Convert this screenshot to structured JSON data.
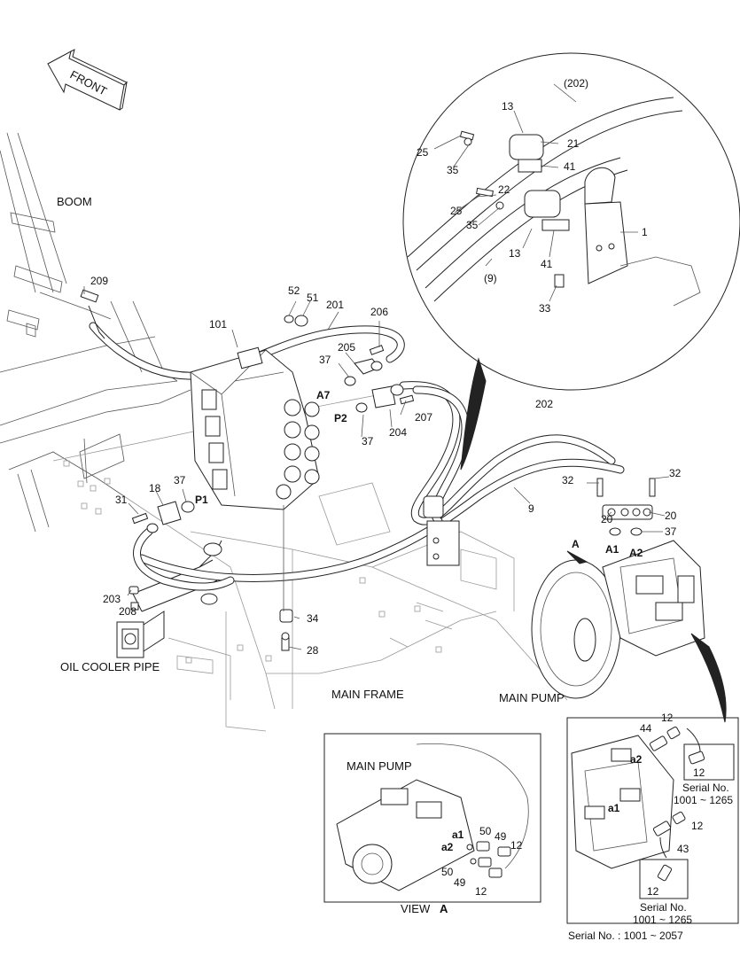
{
  "front_label": "FRONT",
  "region_labels": {
    "boom": "BOOM",
    "oil_cooler_pipe": "OIL COOLER PIPE",
    "main_frame": "MAIN FRAME",
    "main_pump": "MAIN PUMP"
  },
  "callouts": {
    "c209": "209",
    "c52": "52",
    "c51": "51",
    "c201": "201",
    "c206": "206",
    "c101": "101",
    "c205": "205",
    "c37a": "37",
    "cA7": "A7",
    "cP2": "P2",
    "c204": "204",
    "c207": "207",
    "c37b": "37",
    "c31": "31",
    "c18": "18",
    "c37c": "37",
    "cP1": "P1",
    "c203": "203",
    "c208": "208",
    "c34": "34",
    "c28": "28",
    "c202": "202",
    "c32a": "32",
    "c32b": "32",
    "c9": "9",
    "c20a": "20",
    "c20b": "20",
    "c37d": "37",
    "cA": "A",
    "cA1": "A1",
    "cA2": "A2"
  },
  "detail_circle": {
    "c202": "(202)",
    "c13a": "13",
    "c21": "21",
    "c25a": "25",
    "c35a": "35",
    "c41a": "41",
    "c22": "22",
    "c25b": "25",
    "c35b": "35",
    "c1": "1",
    "c13b": "13",
    "c41b": "41",
    "c9": "(9)",
    "c33": "33"
  },
  "view_a": {
    "title": "MAIN PUMP",
    "caption_view": "VIEW",
    "caption_letter": "A",
    "a1": "a1",
    "a2": "a2",
    "c50a": "50",
    "c49a": "49",
    "c12a": "12",
    "c50b": "50",
    "c49b": "49",
    "c12b": "12"
  },
  "right_panel": {
    "c12a": "12",
    "c44": "44",
    "a2": "a2",
    "c12b": "12",
    "serial_a_line1": "Serial No.",
    "serial_a_line2": "1001 ~ 1265",
    "a1": "a1",
    "c12c": "12",
    "c43": "43",
    "c12d": "12",
    "serial_b_line1": "Serial No.",
    "serial_b_line2": "1001 ~ 1265"
  },
  "footer_serial": "Serial No. : 1001 ~ 2057"
}
